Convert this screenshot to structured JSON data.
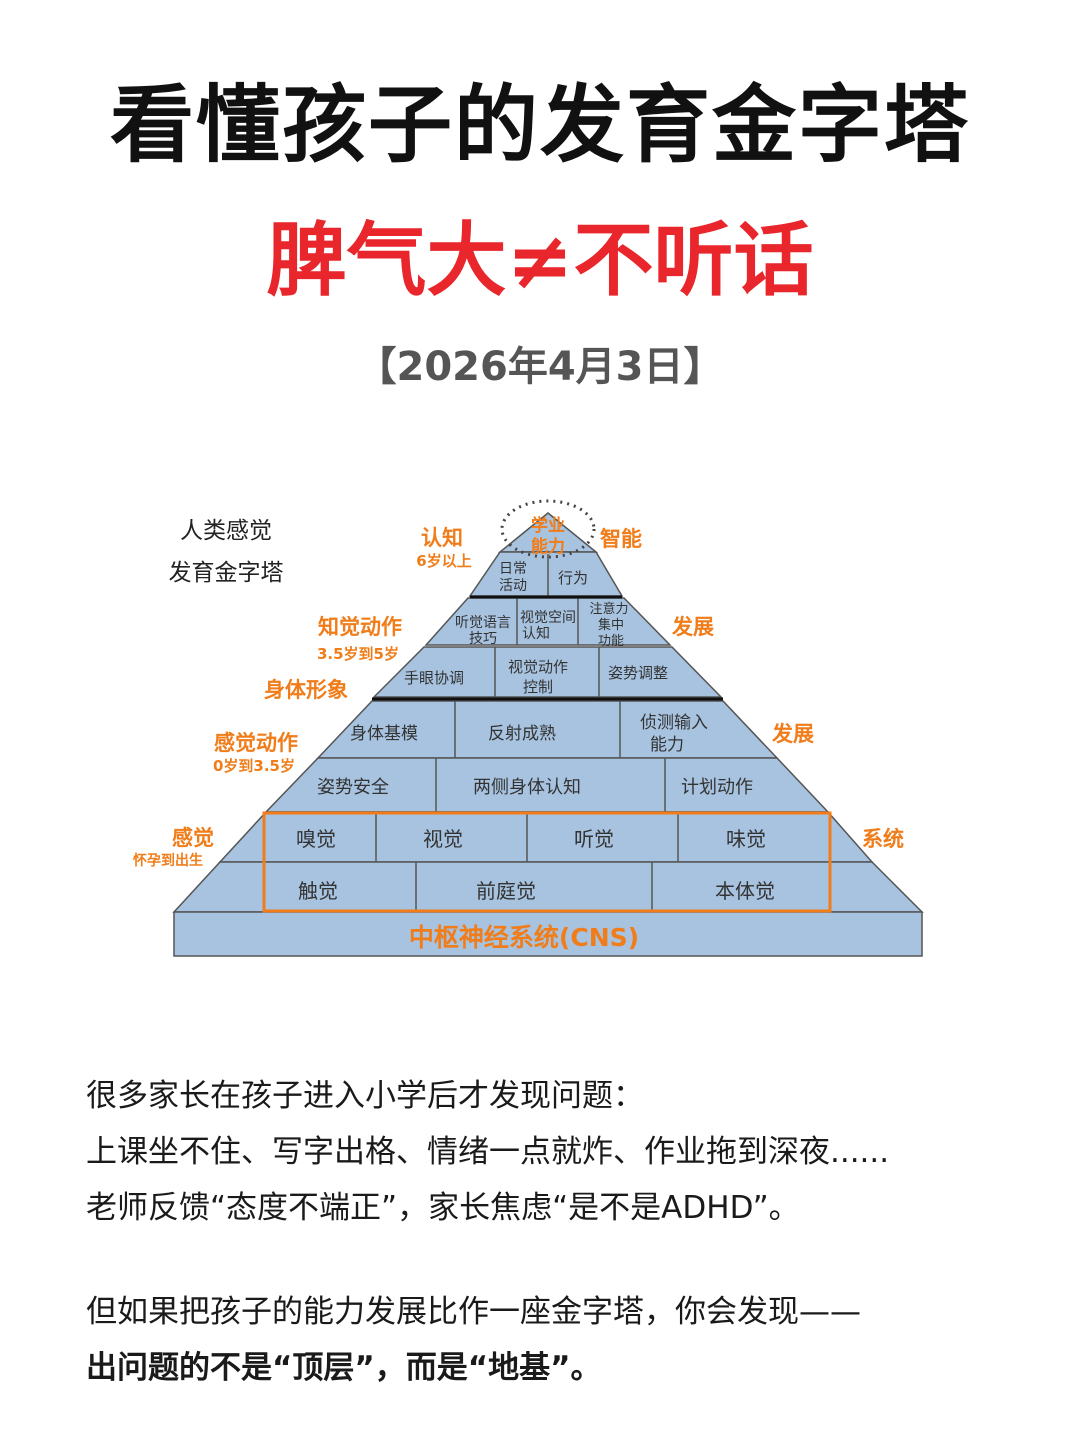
{
  "header": {
    "title": "看懂孩子的发育金字塔",
    "subtitle": "脾气大≠不听话",
    "date": "【2026年4月3日】"
  },
  "diagram": {
    "corner_label_1": "人类感觉",
    "corner_label_2": "发育金字塔",
    "apex": {
      "line1": "学业",
      "line2": "能力"
    },
    "left_labels": {
      "cognition": "认知",
      "cognition_age": "6岁以上",
      "perceptual_motor": "知觉动作",
      "perceptual_motor_age": "3.5岁到5岁",
      "body_image": "身体形象",
      "sensory_motor": "感觉动作",
      "sensory_motor_age": "0岁到3.5岁",
      "sensory": "感觉",
      "sensory_age": "怀孕到出生"
    },
    "right_labels": {
      "intelligence": "智能",
      "development_1": "发展",
      "development_2": "发展",
      "system": "系统"
    },
    "tier1": {
      "cell1_l1": "日常",
      "cell1_l2": "活动",
      "cell2": "行为"
    },
    "tier2": {
      "cell1_l1": "听觉语言",
      "cell1_l2": "技巧",
      "cell2_l1": "视觉空间",
      "cell2_l2": "认知",
      "cell3_l1": "注意力",
      "cell3_l2": "集中",
      "cell3_l3": "功能"
    },
    "tier3": {
      "cell1": "手眼协调",
      "cell2_l1": "视觉动作",
      "cell2_l2": "控制",
      "cell3": "姿势调整"
    },
    "tier4": {
      "cell1": "身体基模",
      "cell2": "反射成熟",
      "cell3_l1": "侦测输入",
      "cell3_l2": "能力"
    },
    "tier5": {
      "cell1": "姿势安全",
      "cell2": "两侧身体认知",
      "cell3": "计划动作"
    },
    "tier6": {
      "cell1": "嗅觉",
      "cell2": "视觉",
      "cell3": "听觉",
      "cell4": "味觉"
    },
    "tier7": {
      "cell1": "触觉",
      "cell2": "前庭觉",
      "cell3": "本体觉"
    },
    "base": "中枢神经系统(CNS)",
    "colors": {
      "block_fill": "#a7c3e0",
      "block_stroke": "#555555",
      "accent": "#f07d1a"
    }
  },
  "body": {
    "p1_line1": "很多家长在孩子进入小学后才发现问题：",
    "p1_line2": "上课坐不住、写字出格、情绪一点就炸、作业拖到深夜......",
    "p1_line3": "老师反馈“态度不端正”，家长焦虑“是不是ADHD”。",
    "p2_line1": "但如果把孩子的能力发展比作一座金字塔，你会发现——",
    "p2_line2": "出问题的不是“顶层”，而是“地基”。"
  }
}
